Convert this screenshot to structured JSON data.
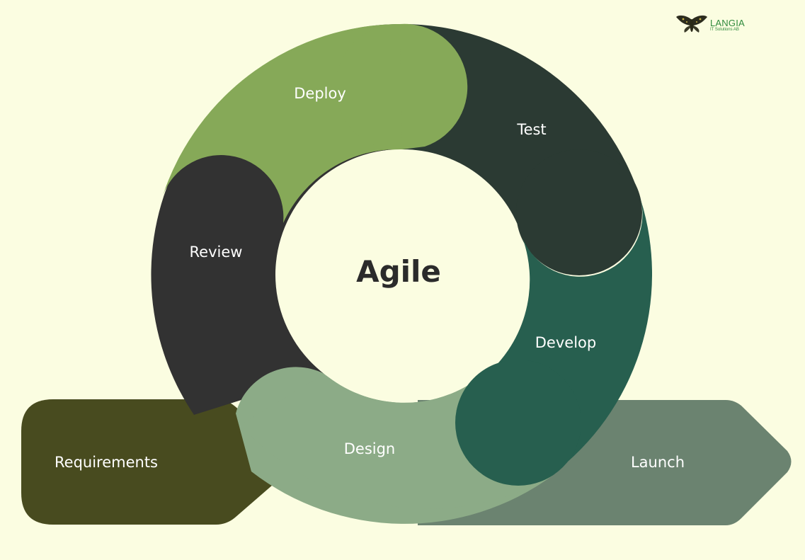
{
  "diagram": {
    "center_title": "Agile",
    "stages": {
      "deploy": "Deploy",
      "test": "Test",
      "review": "Review",
      "develop": "Develop",
      "design": "Design"
    },
    "start_arrow": "Requirements",
    "end_arrow": "Launch"
  },
  "logo": {
    "name": "LANGIA",
    "tagline": "IT Solutions AB",
    "icon": "moth-icon"
  },
  "colors": {
    "background": "#fbfde1",
    "deploy": "#86a958",
    "test": "#2b3a33",
    "review": "#323232",
    "develop": "#275f4f",
    "design": "#8cab87",
    "requirements": "#484b1f",
    "launch": "#6b8370",
    "center_text": "#2b2b2b"
  }
}
